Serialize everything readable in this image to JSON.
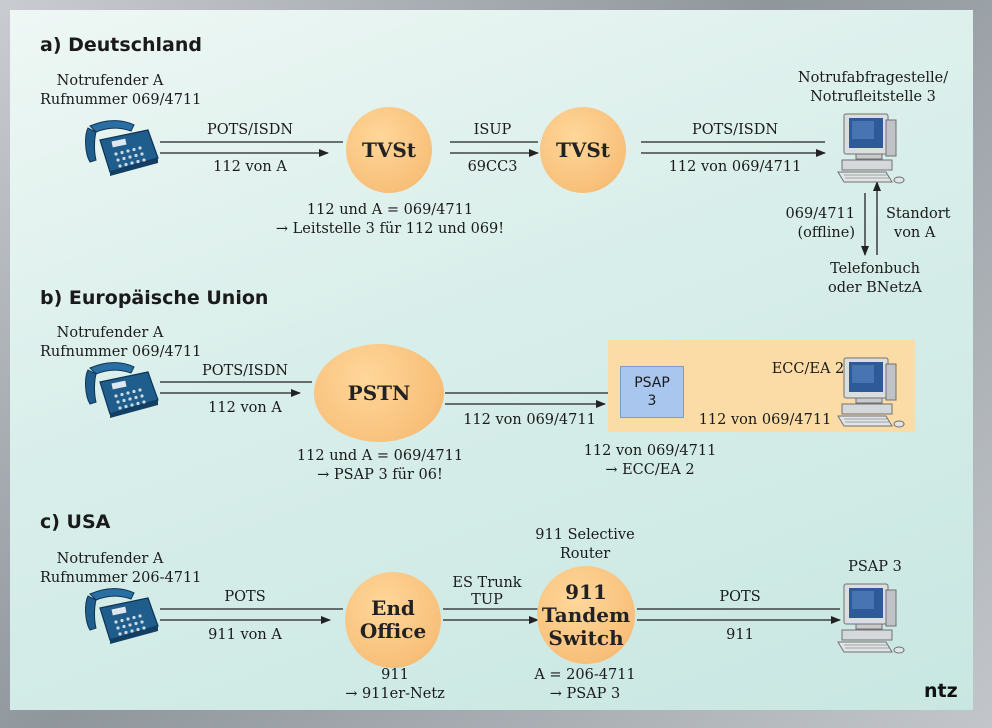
{
  "sections": {
    "de": {
      "heading": "a) Deutschland",
      "caller_name": "Notrufender A",
      "caller_number": "Rufnummer 069/4711",
      "link1_top": "POTS/ISDN",
      "link1_bottom": "112 von A",
      "node1": "TVSt",
      "link2_top": "ISUP",
      "link2_bottom": "69CC3",
      "node2": "TVSt",
      "link3_top": "POTS/ISDN",
      "link3_bottom": "112 von 069/4711",
      "dest_line1": "Notrufabfragestelle/",
      "dest_line2": "Notrufleitstelle 3",
      "note_line1": "112 und A = 069/4711",
      "note_line2": "→ Leitstelle 3 für 112 und 069!",
      "lookup_left1": "069/4711",
      "lookup_left2": "(offline)",
      "lookup_right1": "Standort",
      "lookup_right2": "von A",
      "book_line1": "Telefonbuch",
      "book_line2": "oder BNetzA"
    },
    "eu": {
      "heading": "b) Europäische Union",
      "caller_name": "Notrufender A",
      "caller_number": "Rufnummer 069/4711",
      "link1_top": "POTS/ISDN",
      "link1_bottom": "112 von A",
      "node1": "PSTN",
      "link2_bottom": "112 von 069/4711",
      "psap_line1": "PSAP",
      "psap_line2": "3",
      "link3_bottom": "112 von 069/4711",
      "dest": "ECC/EA 2",
      "note1_line1": "112 und A = 069/4711",
      "note1_line2": "→ PSAP 3 für 06!",
      "note2_line1": "112 von 069/4711",
      "note2_line2": "→ ECC/EA 2"
    },
    "us": {
      "heading": "c) USA",
      "caller_name": "Notrufender A",
      "caller_number": "Rufnummer 206-4711",
      "link1_top": "POTS",
      "link1_bottom": "911 von A",
      "node1_line1": "End",
      "node1_line2": "Office",
      "link2_top1": "ES Trunk",
      "link2_top2": "TUP",
      "router_line1": "911 Selective",
      "router_line2": "Router",
      "node2_line1": "911",
      "node2_line2": "Tandem",
      "node2_line3": "Switch",
      "link3_top": "POTS",
      "link3_bottom": "911",
      "dest": "PSAP 3",
      "note1_line1": "911",
      "note1_line2": "→ 911er-Netz",
      "note2_line1": "A = 206-4711",
      "note2_line2": "→ PSAP 3"
    }
  },
  "logo": "ntz",
  "colors": {
    "node_fill": "#f8c07a",
    "eu_box": "#fbdba6",
    "psap_box": "#a9c6ee",
    "phone": "#1f5d8c",
    "background": "#d8eeea"
  }
}
